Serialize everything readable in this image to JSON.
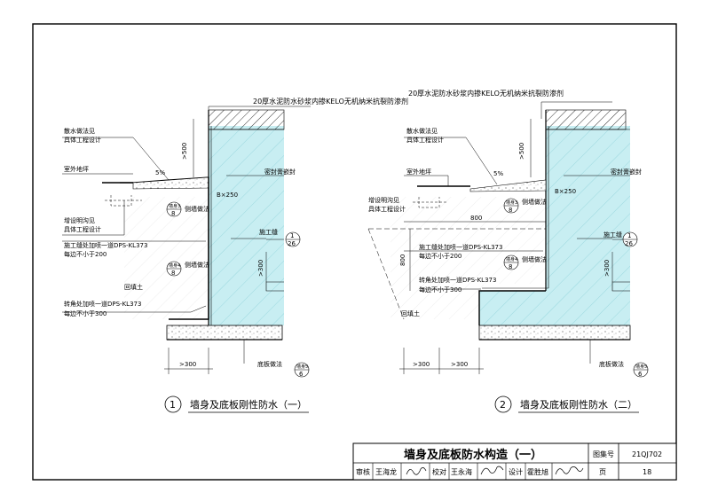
{
  "title_block": {
    "drawing_title": "墙身及底板防水构造（一）",
    "atlas_label": "图集号",
    "atlas_no": "21QJ702",
    "page_label": "页",
    "page_no": "18",
    "review_label": "审核",
    "reviewer": "王海龙",
    "check_label": "校对",
    "checker": "王永海",
    "design_label": "设计",
    "designer": "霍胜旭"
  },
  "detail1": {
    "number": "1",
    "caption": "墙身及底板刚性防水（一）",
    "top_note": "20厚水泥防水砂浆内掺KELO无机纳米抗裂防渗剂",
    "scatter_note_1": "散水做法见",
    "scatter_note_2": "具体工程设计",
    "dim_500": ">500",
    "outdoor_grade": "室外地坪",
    "slope": "5%",
    "seal_label": "密封膏嵌封",
    "b250": "B×250",
    "ref_a_top": "墙身3",
    "ref_a_bot": "8",
    "wall_method": "侧墙做法",
    "outline_note_1": "增设明沟见",
    "outline_note_2": "具体工程设计",
    "joint_label": "施工缝",
    "joint_ref_top": "1",
    "joint_ref_bot": "26",
    "joint_note_1": "施工缝处加喷一道DPS-KL373",
    "joint_note_2": "每边不小于200",
    "ref_b_top": "墙身4",
    "ref_b_bot": "8",
    "dim_300": ">300",
    "backfill": "回填土",
    "corner_note_1": "转角处加喷一道DPS-KL373",
    "corner_note_2": "每边不小于300",
    "dim_300b": ">300",
    "slab_method": "底板做法",
    "ref_c_top": "墙身5",
    "ref_c_bot": "6"
  },
  "detail2": {
    "number": "2",
    "caption": "墙身及底板刚性防水（二）",
    "top_note": "20厚水泥防水砂浆内掺KELO无机纳米抗裂防渗剂",
    "scatter_note_1": "散水做法见",
    "scatter_note_2": "具体工程设计",
    "dim_500": ">500",
    "outdoor_grade": "室外地坪",
    "slope": "5%",
    "seal_label": "密封膏嵌封",
    "b250": "B×250",
    "ref_a_top": "墙身3",
    "ref_a_bot": "8",
    "wall_method": "侧墙做法",
    "outline_note_1": "增设明沟见",
    "outline_note_2": "具体工程设计",
    "dim_800h": "800",
    "dim_800v": "800",
    "joint_label": "施工缝",
    "joint_ref_top": "1",
    "joint_ref_bot": "26",
    "joint_note_1": "施工缝处加喷一道DPS-KL373",
    "joint_note_2": "每边不小于200",
    "ref_b_top": "墙身4",
    "ref_b_bot": "8",
    "dim_300": ">300",
    "corner_note_1": "转角处加喷一道DPS-KL373",
    "corner_note_2": "每边不小于300",
    "backfill": "回填土",
    "dim_300b": ">300",
    "dim_300c": ">300",
    "slab_method": "底板做法",
    "ref_c_top": "墙身5",
    "ref_c_bot": "6"
  },
  "colors": {
    "waterproof_fill": "#c8eef2",
    "line": "#000000"
  }
}
